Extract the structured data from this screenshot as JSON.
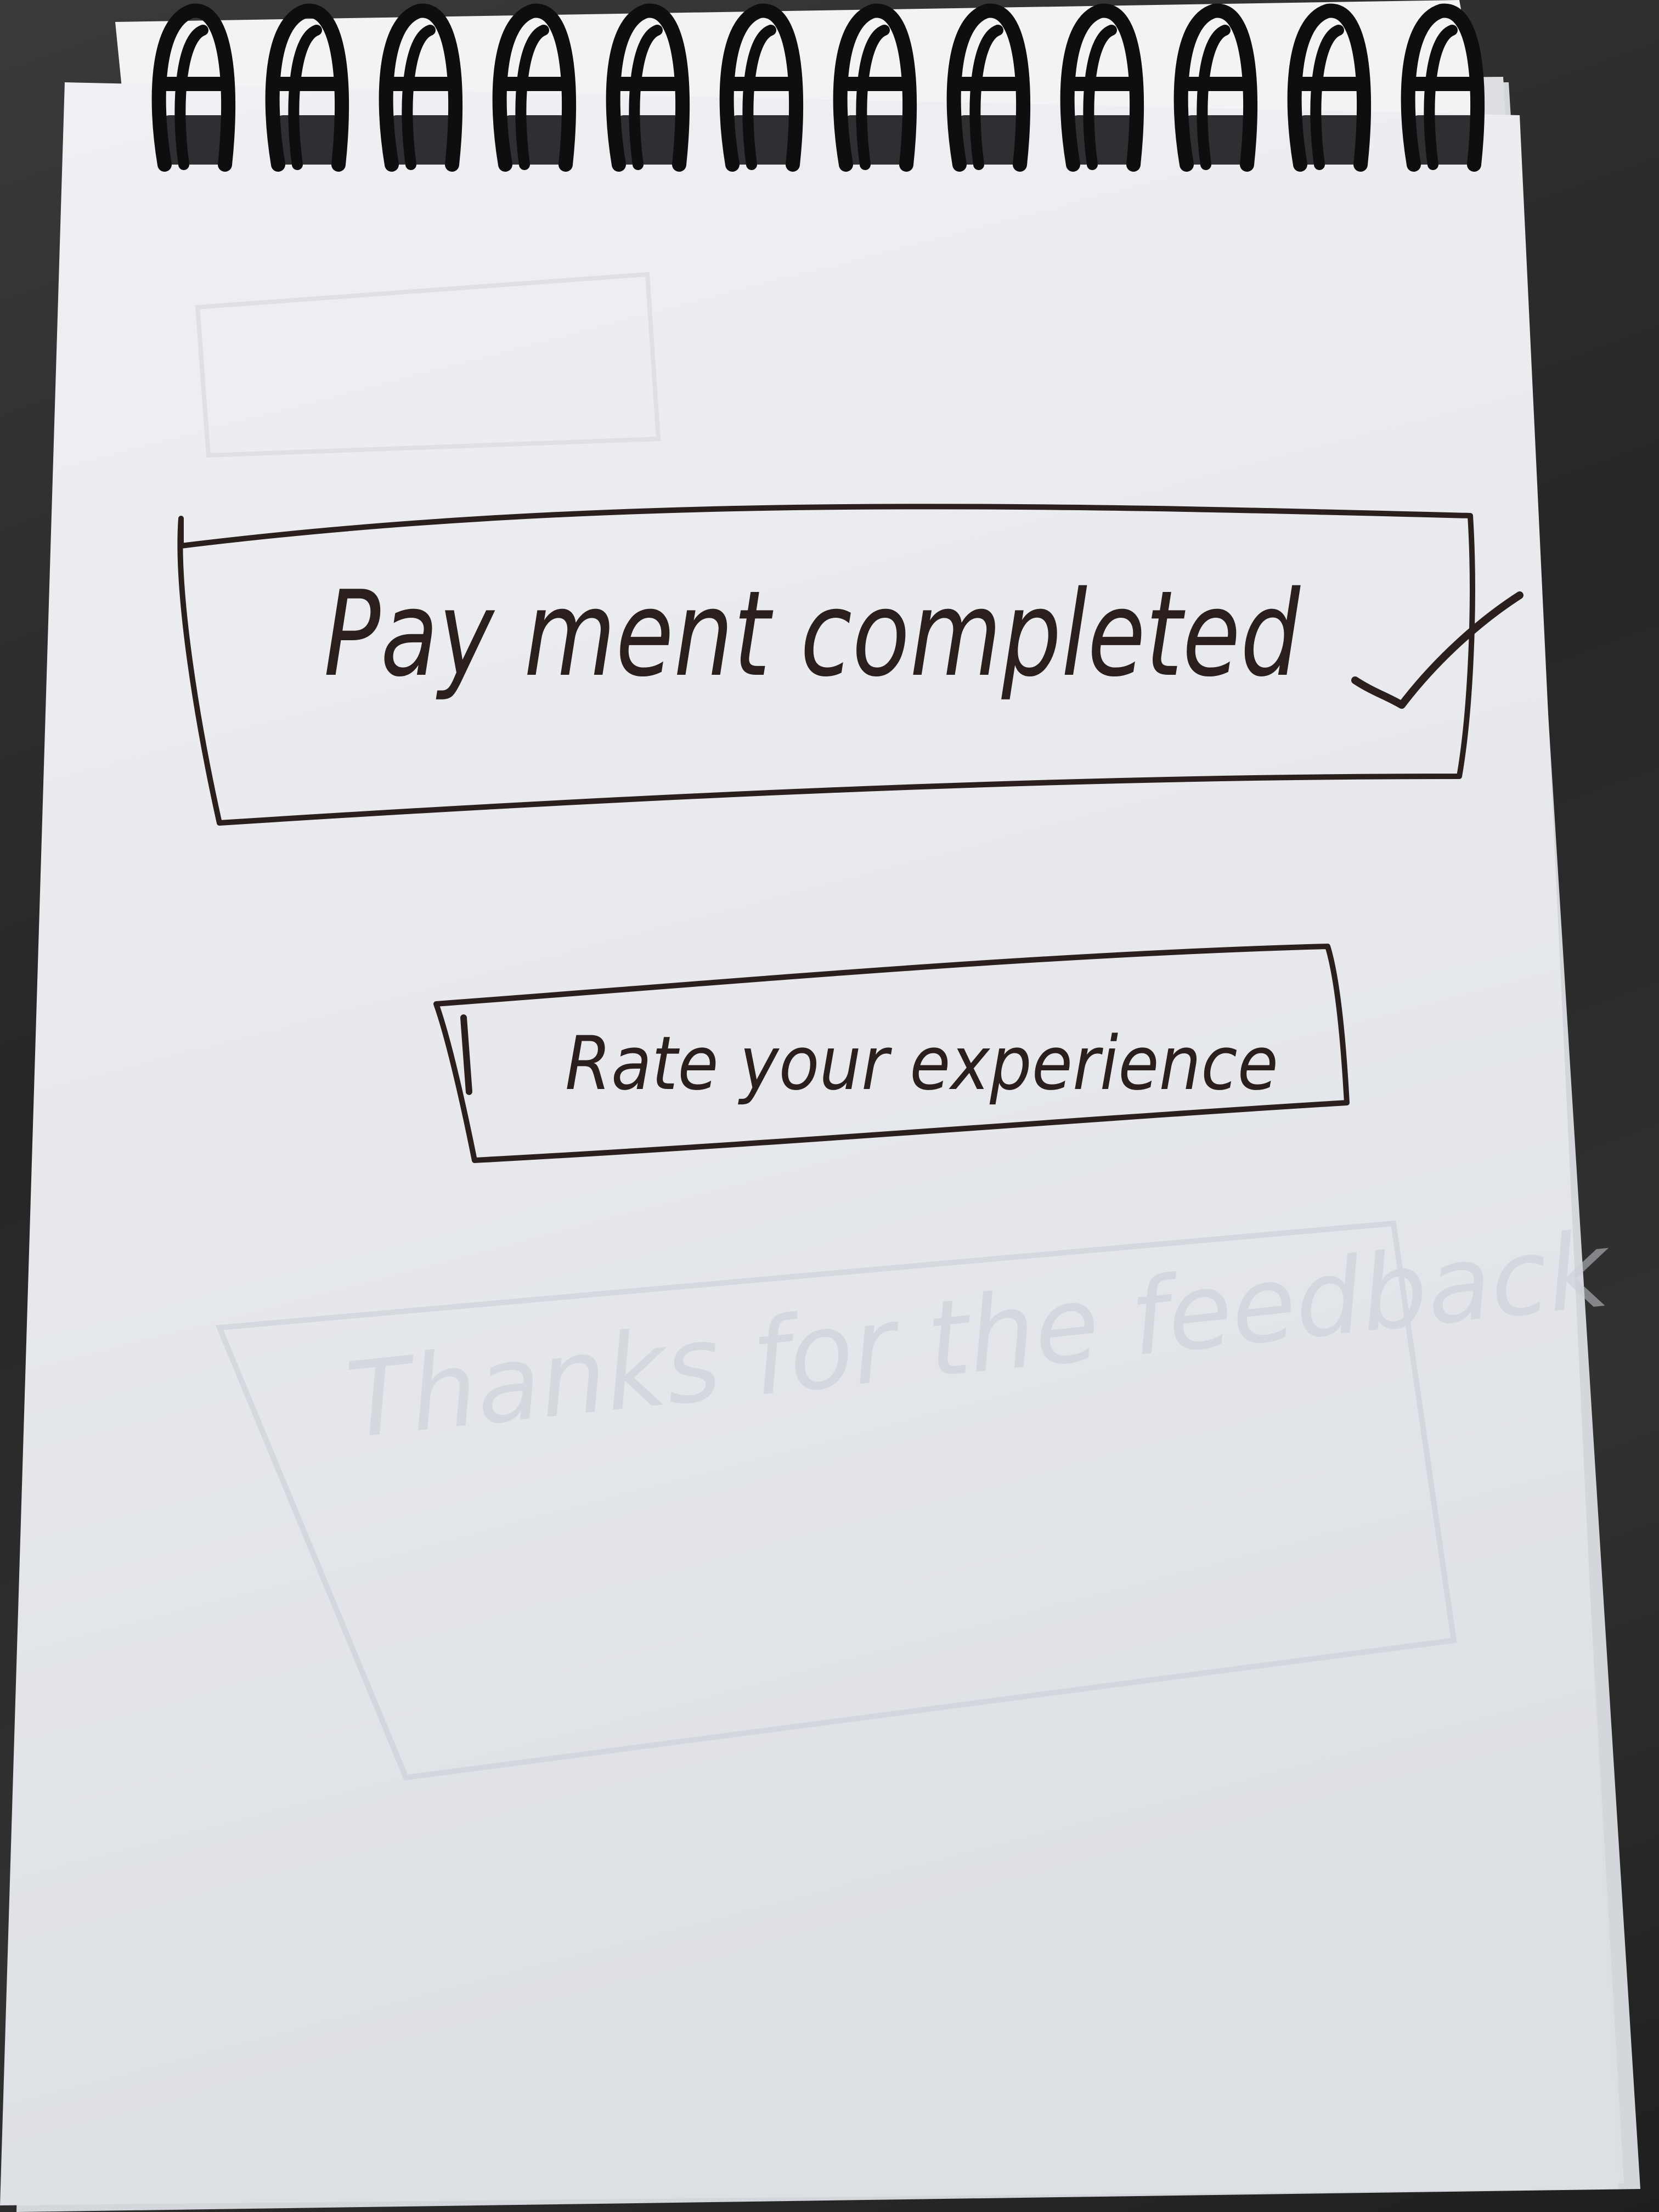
{
  "screen": {
    "status_message": "Pay ment completed",
    "status_icon": "checkmark-icon",
    "rate_button_label": "Rate your experience",
    "ghost_text": "Thanks for the feedback"
  },
  "colors": {
    "ink": "#2a1f1c",
    "paper": "#e9eaee",
    "desk": "#2b2b2b",
    "binding": "#0e0e0e"
  }
}
